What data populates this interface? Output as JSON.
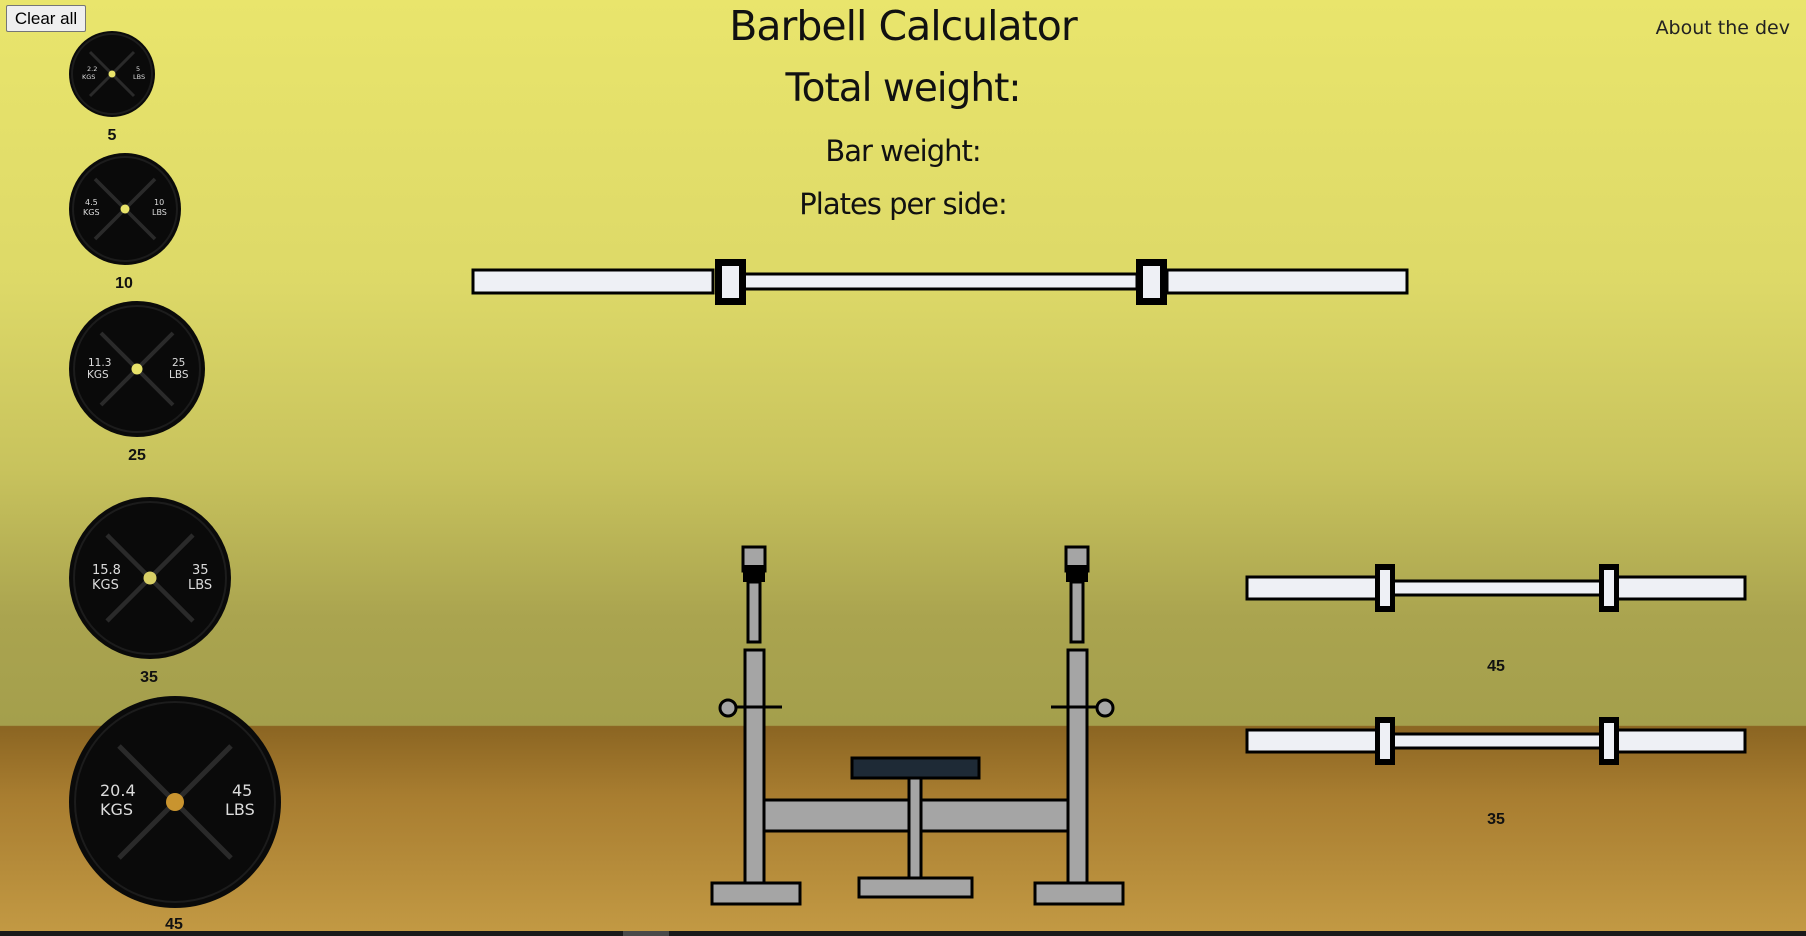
{
  "header": {
    "clear_label": "Clear all",
    "title": "Barbell Calculator",
    "about_label": "About the dev"
  },
  "summary": {
    "total_weight_label": "Total weight:",
    "bar_weight_label": "Bar weight:",
    "plates_per_side_label": "Plates per side:"
  },
  "plates": [
    {
      "kgs": "2.2",
      "kgs_unit": "KGS",
      "lbs": "5",
      "lbs_unit": "LBS",
      "label": "5"
    },
    {
      "kgs": "4.5",
      "kgs_unit": "KGS",
      "lbs": "10",
      "lbs_unit": "LBS",
      "label": "10"
    },
    {
      "kgs": "11.3",
      "kgs_unit": "KGS",
      "lbs": "25",
      "lbs_unit": "LBS",
      "label": "25"
    },
    {
      "kgs": "15.8",
      "kgs_unit": "KGS",
      "lbs": "35",
      "lbs_unit": "LBS",
      "label": "35"
    },
    {
      "kgs": "20.4",
      "kgs_unit": "KGS",
      "lbs": "45",
      "lbs_unit": "LBS",
      "label": "45"
    }
  ],
  "bar_options": [
    {
      "label": "45"
    },
    {
      "label": "35"
    }
  ],
  "colors": {
    "plate_body": "#0a0a0a",
    "plate_hub_small": "#e8e36a",
    "plate_hub_large": "#c9942f",
    "bar_fill": "#eef0f5",
    "rack_fill": "#a5a5a5",
    "bench_pad": "#1e2a36"
  }
}
